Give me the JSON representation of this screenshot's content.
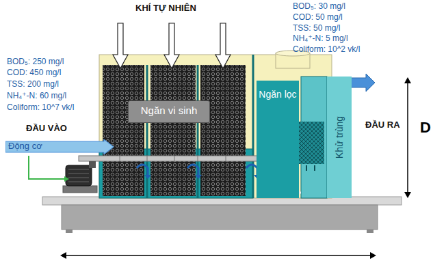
{
  "diagram": {
    "nodes": [
      {
        "text": [
          "Ngăn vi sinh"
        ]
      },
      {
        "text": [
          "Ngăn lọc"
        ]
      },
      {
        "text": [
          "Khử trùng"
        ]
      },
      {
        "text": [
          "Động cơ"
        ]
      }
    ],
    "labels": [
      "KHÍ TỰ NHIÊN",
      "BOD₅: 30 mg/l",
      "COD: 50 mg/l",
      "TSS: 50 mg/l",
      "NH₄⁺-N: 5 mg/l",
      "Coliform: 10^2 vk/l",
      "BOD₅: 250 mg/l",
      "COD: 450 mg/l",
      "TSS: 200 mg/l",
      "NH₄⁺-N: 60 mg/l",
      "Coliform: 10^7 vk/l",
      "ĐẦU RA",
      "D",
      "ĐẦU VÀO"
    ]
  }
}
